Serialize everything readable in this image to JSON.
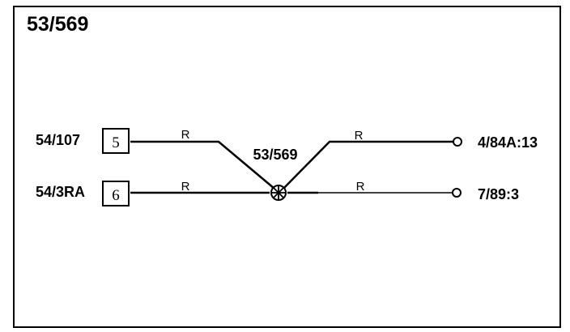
{
  "diagram": {
    "title": "53/569",
    "splice_label": "53/569",
    "connectors": {
      "left_top": {
        "name": "54/107",
        "pin": "5"
      },
      "left_bottom": {
        "name": "54/3RA",
        "pin": "6"
      },
      "right_top": {
        "name": "4/84A:13"
      },
      "right_bottom": {
        "name": "7/89:3"
      }
    },
    "wires": {
      "upper_left": {
        "color": "R"
      },
      "lower_left": {
        "color": "R"
      },
      "upper_right": {
        "color": "R"
      },
      "lower_right": {
        "color": "R"
      }
    }
  }
}
